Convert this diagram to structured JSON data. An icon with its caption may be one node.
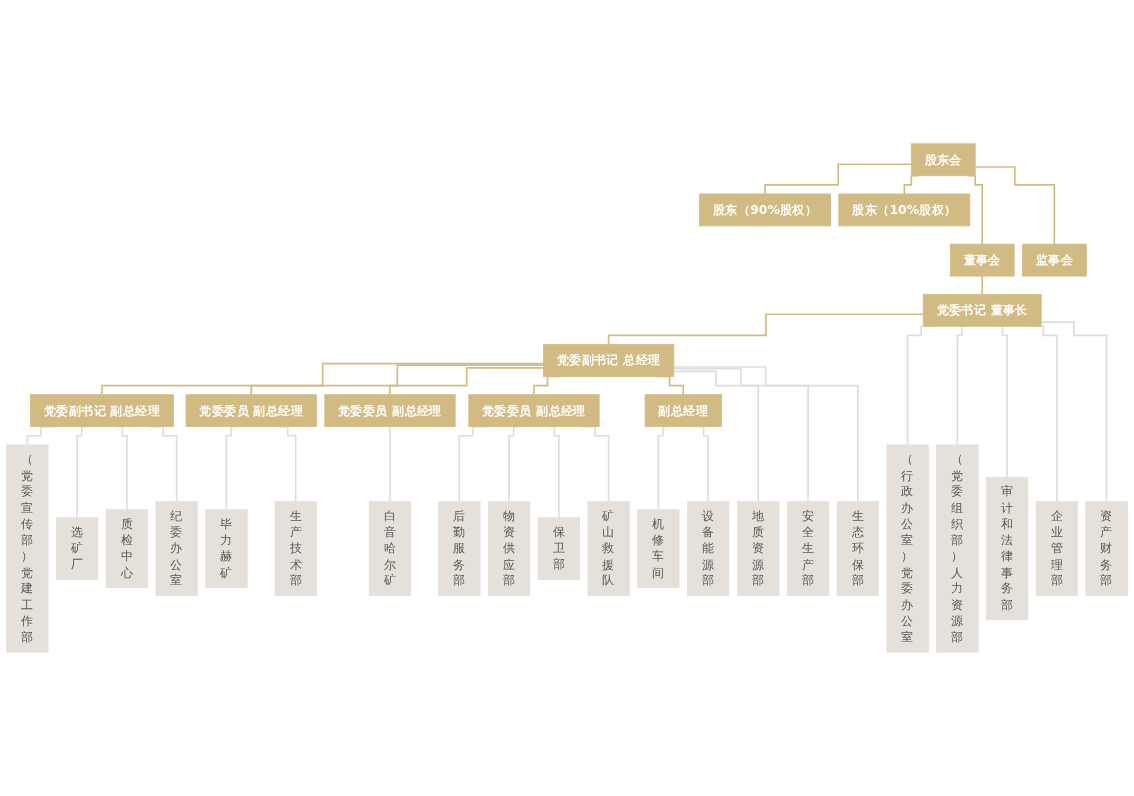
{
  "diagram": {
    "nodes": [
      {
        "text": [
          "股东会"
        ]
      },
      {
        "text": [
          "股东（90%股权）"
        ]
      },
      {
        "text": [
          "股东（10%股权）"
        ]
      },
      {
        "text": [
          "董事会"
        ]
      },
      {
        "text": [
          "监事会"
        ]
      },
      {
        "text": [
          "党委书记 董事长"
        ]
      },
      {
        "text": [
          "党委副书记 总经理"
        ]
      },
      {
        "text": [
          "党委副书记 副总经理"
        ]
      },
      {
        "text": [
          "党委委员 副总经理"
        ]
      },
      {
        "text": [
          "党委委员 副总经理"
        ]
      },
      {
        "text": [
          "党委委员 副总经理"
        ]
      },
      {
        "text": [
          "副总经理"
        ]
      },
      {
        "text": [
          "（行政办公室）党委办公室"
        ]
      },
      {
        "text": [
          "（党委组织部）人力资源部"
        ]
      },
      {
        "text": [
          "审计和法律事务部"
        ]
      },
      {
        "text": [
          "企业管理部"
        ]
      },
      {
        "text": [
          "资产财务部"
        ]
      },
      {
        "text": [
          "地质资源部"
        ]
      },
      {
        "text": [
          "安全生产部"
        ]
      },
      {
        "text": [
          "生态环保部"
        ]
      },
      {
        "text": [
          "（党委宣传部）党建工作部"
        ]
      },
      {
        "text": [
          "选矿厂"
        ]
      },
      {
        "text": [
          "质检中心"
        ]
      },
      {
        "text": [
          "纪委办公室"
        ]
      },
      {
        "text": [
          "毕力赫矿"
        ]
      },
      {
        "text": [
          "生产技术部"
        ]
      },
      {
        "text": [
          "白音哈尔矿"
        ]
      },
      {
        "text": [
          "后勤服务部"
        ]
      },
      {
        "text": [
          "物资供应部"
        ]
      },
      {
        "text": [
          "保卫部"
        ]
      },
      {
        "text": [
          "矿山救援队"
        ]
      },
      {
        "text": [
          "机修车间"
        ]
      },
      {
        "text": [
          "设备能源部"
        ]
      }
    ],
    "edges": [
      {
        "from": 0,
        "to": 1,
        "arrow": "none",
        "color": "#d2bb82"
      },
      {
        "from": 0,
        "to": 2,
        "arrow": "none",
        "color": "#d2bb82"
      },
      {
        "from": 0,
        "to": 3,
        "arrow": "none",
        "color": "#d2bb82"
      },
      {
        "from": 0,
        "to": 4,
        "arrow": "none",
        "color": "#d2bb82"
      },
      {
        "from": 3,
        "to": 5,
        "arrow": "none",
        "color": "#d2bb82"
      },
      {
        "from": 5,
        "to": 6,
        "arrow": "none",
        "color": "#d2bb82"
      },
      {
        "from": 5,
        "to": 12,
        "arrow": "none"
      },
      {
        "from": 5,
        "to": 13,
        "arrow": "none"
      },
      {
        "from": 5,
        "to": 14,
        "arrow": "none"
      },
      {
        "from": 5,
        "to": 15,
        "arrow": "none"
      },
      {
        "from": 5,
        "to": 16,
        "arrow": "none"
      },
      {
        "from": 6,
        "to": 7,
        "arrow": "none",
        "color": "#d2bb82"
      },
      {
        "from": 6,
        "to": 8,
        "arrow": "none",
        "color": "#d2bb82"
      },
      {
        "from": 6,
        "to": 9,
        "arrow": "none",
        "color": "#d2bb82"
      },
      {
        "from": 6,
        "to": 10,
        "arrow": "none",
        "color": "#d2bb82"
      },
      {
        "from": 6,
        "to": 11,
        "arrow": "none",
        "color": "#d2bb82"
      },
      {
        "from": 6,
        "to": 17,
        "arrow": "none"
      },
      {
        "from": 6,
        "to": 18,
        "arrow": "none"
      },
      {
        "from": 6,
        "to": 19,
        "arrow": "none"
      },
      {
        "from": 7,
        "to": 20,
        "arrow": "none"
      },
      {
        "from": 7,
        "to": 21,
        "arrow": "none"
      },
      {
        "from": 7,
        "to": 22,
        "arrow": "none"
      },
      {
        "from": 7,
        "to": 23,
        "arrow": "none"
      },
      {
        "from": 8,
        "to": 24,
        "arrow": "none"
      },
      {
        "from": 8,
        "to": 25,
        "arrow": "none"
      },
      {
        "from": 9,
        "to": 26,
        "arrow": "none"
      },
      {
        "from": 10,
        "to": 27,
        "arrow": "none"
      },
      {
        "from": 10,
        "to": 28,
        "arrow": "none"
      },
      {
        "from": 10,
        "to": 29,
        "arrow": "none"
      },
      {
        "from": 10,
        "to": 30,
        "arrow": "none"
      },
      {
        "from": 11,
        "to": 31,
        "arrow": "none"
      },
      {
        "from": 11,
        "to": 32,
        "arrow": "none"
      }
    ]
  }
}
